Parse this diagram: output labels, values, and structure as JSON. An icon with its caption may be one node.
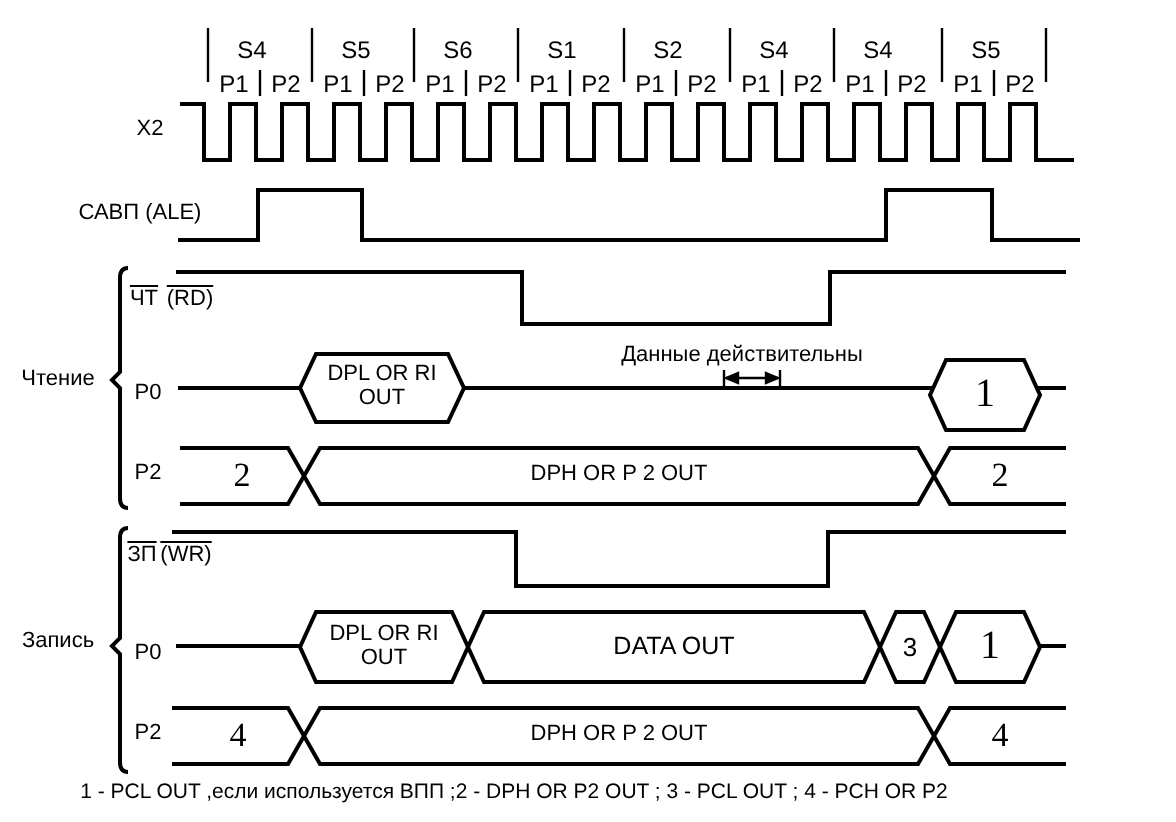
{
  "diagram": {
    "nodes": [
      {
        "text": [
          "DPL OR RI OUT"
        ]
      },
      {
        "text": [
          "1"
        ]
      },
      {
        "text": [
          "2"
        ]
      },
      {
        "text": [
          "DPH OR P 2 OUT"
        ]
      },
      {
        "text": [
          "2"
        ]
      },
      {
        "text": [
          "DPL OR RI OUT"
        ]
      },
      {
        "text": [
          "DATA OUT"
        ]
      },
      {
        "text": [
          "3"
        ]
      },
      {
        "text": [
          "1"
        ]
      },
      {
        "text": [
          "4"
        ]
      },
      {
        "text": [
          "DPH OR P 2 OUT"
        ]
      },
      {
        "text": [
          "4"
        ]
      }
    ],
    "labels": [
      "S4",
      "S5",
      "S6",
      "S1",
      "S2",
      "S4",
      "S4",
      "S5",
      "P1",
      "P2",
      "P1",
      "P2",
      "P1",
      "P2",
      "P1",
      "P2",
      "P1",
      "P2",
      "P1",
      "P2",
      "P1",
      "P2",
      "P1",
      "P2",
      "X2",
      "САВП (ALE)",
      "ЧТ",
      "(RD)",
      "Чтение",
      "P0",
      "Данные действительны",
      "P2",
      "ЗП",
      "(WR)",
      "Запись",
      "P0",
      "P2",
      "1 - PCL OUT ,если используется ВПП ;2 - DPH OR P2 OUT ; 3 - PCL OUT ; 4 - PCH OR P2"
    ]
  }
}
